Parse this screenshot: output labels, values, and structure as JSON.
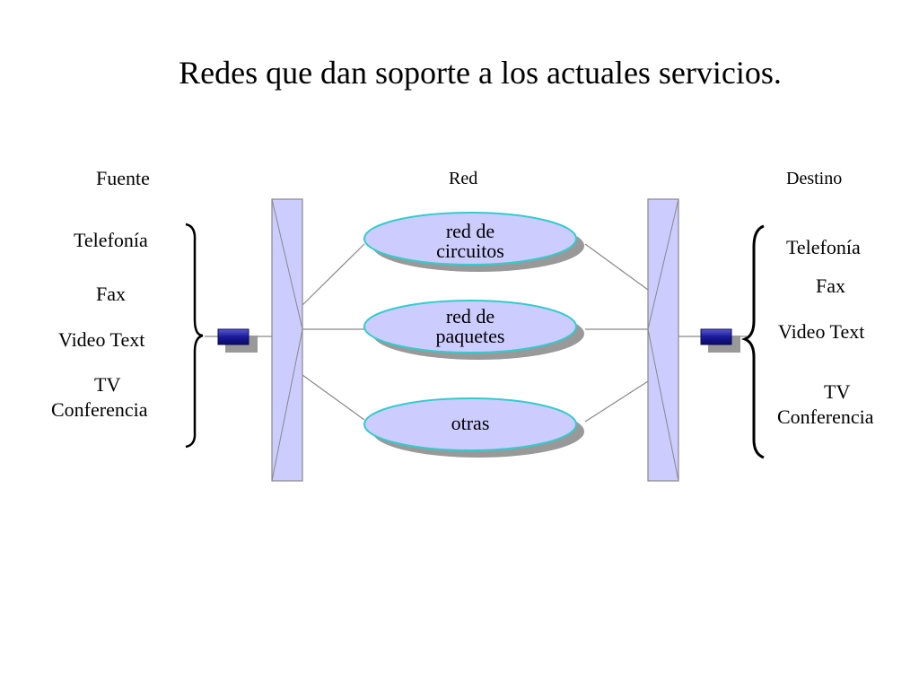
{
  "title": "Redes que dan soporte a los actuales servicios.",
  "headers": {
    "source": "Fuente",
    "network": "Red",
    "destination": "Destino"
  },
  "source_services": {
    "telefonia": "Telefonía",
    "fax": "Fax",
    "video_text": "Video Text",
    "tv": "TV",
    "conferencia": "Conferencia"
  },
  "dest_services": {
    "telefonia": "Telefonía",
    "fax": "Fax",
    "video_text": "Video Text",
    "tv": "TV",
    "conferencia": "Conferencia"
  },
  "networks": {
    "circuits_line1": "red de",
    "circuits_line2": "circuitos",
    "packets_line1": "red de",
    "packets_line2": "paquetes",
    "other": "otras"
  },
  "colors": {
    "panel_fill": "#ccccff",
    "ellipse_fill": "#ccccff",
    "ellipse_border": "#33cccc",
    "shadow": "#999999",
    "connector": "#1a1a99"
  }
}
